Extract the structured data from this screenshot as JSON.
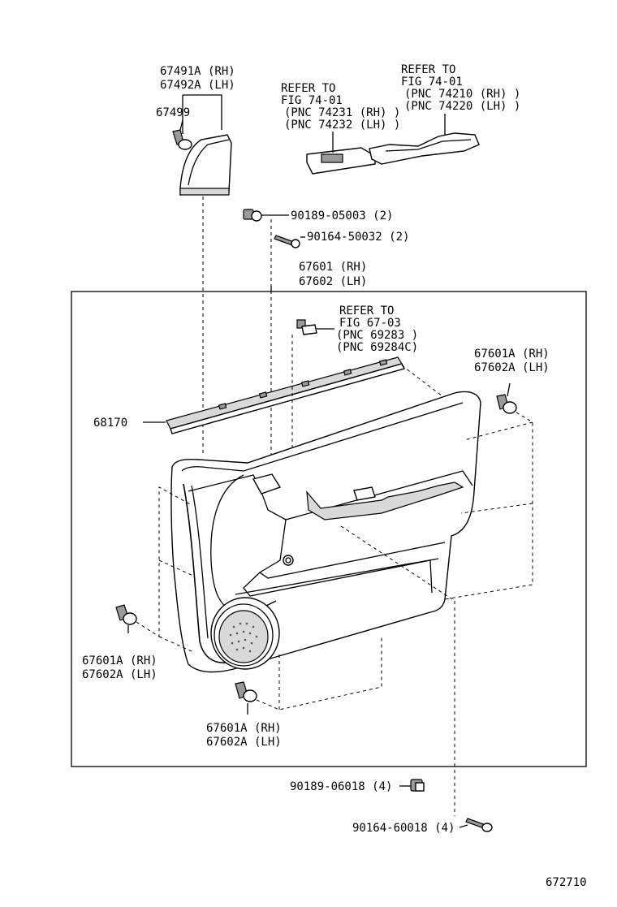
{
  "labels": {
    "upper_cover_rh": "67491A (RH)",
    "upper_cover_lh": "67492A (LH)",
    "clip_67499": "67499",
    "refer_a_title": "REFER TO",
    "refer_a_fig": "FIG 74-01",
    "refer_a_pnc1": "(PNC 74231 (RH) )",
    "refer_a_pnc2": "(PNC 74232 (LH) )",
    "refer_b_title": "REFER TO",
    "refer_b_fig": "FIG 74-01",
    "refer_b_pnc1": "(PNC 74210 (RH) )",
    "refer_b_pnc2": "(PNC 74220 (LH) )",
    "nut_upper": "90189-05003 (2)",
    "screw_upper": "90164-50032 (2)",
    "panel_rh": "67601 (RH)",
    "panel_lh": "67602 (LH)",
    "refer_c_title": "REFER TO",
    "refer_c_fig": "FIG 67-03",
    "refer_c_pnc1": "(PNC 69283 )",
    "refer_c_pnc2": "(PNC 69284C)",
    "clip_right_rh": "67601A (RH)",
    "clip_right_lh": "67602A (LH)",
    "weatherstrip": "68170",
    "clip_left_rh": "67601A (RH)",
    "clip_left_lh": "67602A (LH)",
    "clip_bottom_rh": "67601A (RH)",
    "clip_bottom_lh": "67602A (LH)",
    "nut_lower": "90189-06018 (4)",
    "screw_lower": "90164-60018 (4)",
    "figure_number": "672710"
  }
}
